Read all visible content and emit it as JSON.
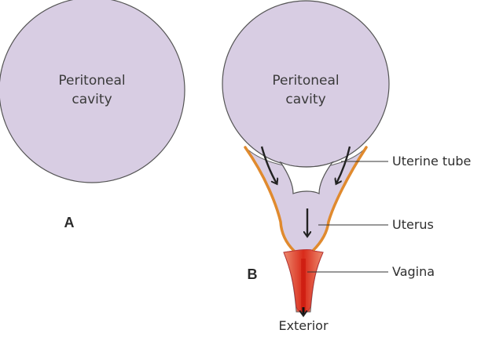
{
  "colors": {
    "cavity_fill": "#d8cde3",
    "outline": "#555555",
    "wall_orange": "#e08a2e",
    "vagina_fill": "#e8664a",
    "vagina_core": "#d92a1a",
    "arrow": "#222222",
    "leader": "#333333"
  },
  "panel_a": {
    "label": "A",
    "cavity_line1": "Peritoneal",
    "cavity_line2": "cavity"
  },
  "panel_b": {
    "label": "B",
    "cavity_line1": "Peritoneal",
    "cavity_line2": "cavity",
    "callouts": {
      "uterine_tube": "Uterine tube",
      "uterus": "Uterus",
      "vagina": "Vagina",
      "exterior": "Exterior"
    }
  }
}
